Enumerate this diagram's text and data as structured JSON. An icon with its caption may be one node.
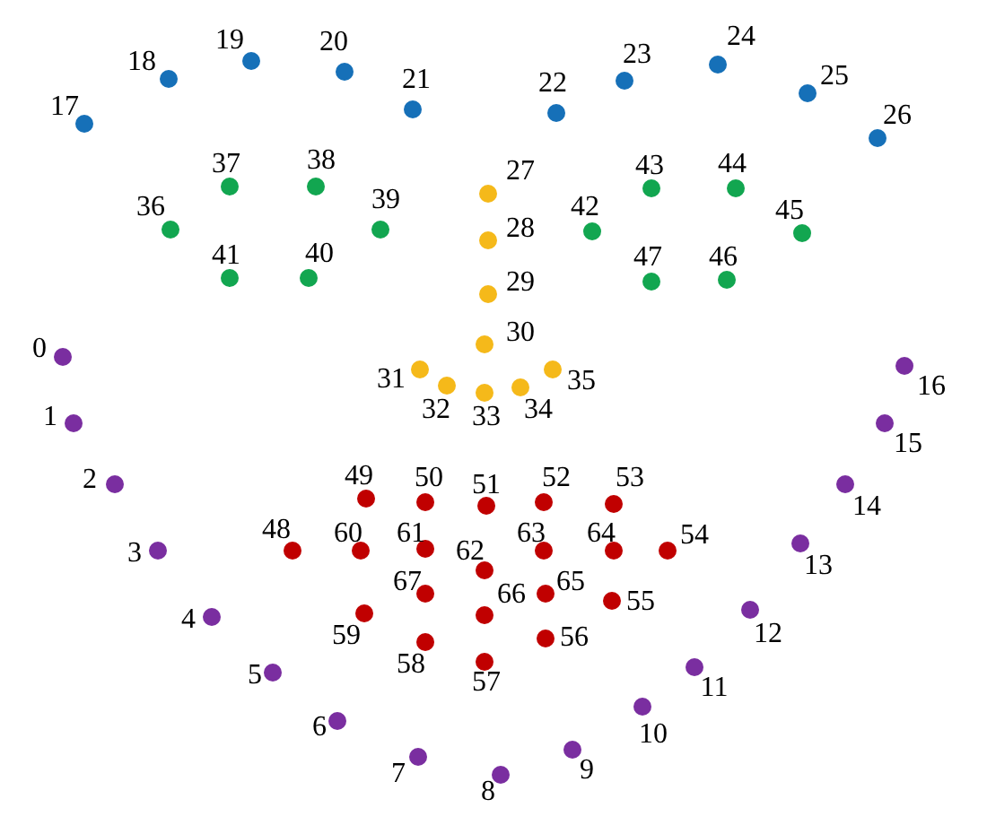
{
  "diagram": {
    "nodes": [
      {
        "text": [],
        "shape": "circle",
        "beside": [
          "0"
        ]
      },
      {
        "text": [],
        "shape": "circle",
        "beside": [
          "1"
        ]
      },
      {
        "text": [],
        "shape": "circle",
        "beside": [
          "2"
        ]
      },
      {
        "text": [],
        "shape": "circle",
        "beside": [
          "3"
        ]
      },
      {
        "text": [],
        "shape": "circle",
        "beside": [
          "4"
        ]
      },
      {
        "text": [],
        "shape": "circle",
        "beside": [
          "5"
        ]
      },
      {
        "text": [],
        "shape": "circle",
        "beside": [
          "6"
        ]
      },
      {
        "text": [],
        "shape": "circle",
        "beside": [
          "7"
        ]
      },
      {
        "text": [],
        "shape": "circle",
        "beside": [
          "8"
        ]
      },
      {
        "text": [],
        "shape": "circle",
        "beside": [
          "9"
        ]
      },
      {
        "text": [],
        "shape": "circle",
        "beside": [
          "10"
        ]
      },
      {
        "text": [],
        "shape": "circle",
        "beside": [
          "11"
        ]
      },
      {
        "text": [],
        "shape": "circle",
        "beside": [
          "12"
        ]
      },
      {
        "text": [],
        "shape": "circle",
        "beside": [
          "13"
        ]
      },
      {
        "text": [],
        "shape": "circle",
        "beside": [
          "14"
        ]
      },
      {
        "text": [],
        "shape": "circle",
        "beside": [
          "15"
        ]
      },
      {
        "text": [],
        "shape": "circle",
        "beside": [
          "16"
        ]
      },
      {
        "text": [],
        "shape": "circle",
        "beside": [
          "17"
        ]
      },
      {
        "text": [],
        "shape": "circle",
        "beside": [
          "18"
        ]
      },
      {
        "text": [],
        "shape": "circle",
        "beside": [
          "19"
        ]
      },
      {
        "text": [],
        "shape": "circle",
        "beside": [
          "20"
        ]
      },
      {
        "text": [],
        "shape": "circle",
        "beside": [
          "21"
        ]
      },
      {
        "text": [],
        "shape": "circle",
        "beside": [
          "22"
        ]
      },
      {
        "text": [],
        "shape": "circle",
        "beside": [
          "23"
        ]
      },
      {
        "text": [],
        "shape": "circle",
        "beside": [
          "24"
        ]
      },
      {
        "text": [],
        "shape": "circle",
        "beside": [
          "25"
        ]
      },
      {
        "text": [],
        "shape": "circle",
        "beside": [
          "26"
        ]
      },
      {
        "text": [],
        "shape": "circle",
        "beside": [
          "27"
        ]
      },
      {
        "text": [],
        "shape": "circle",
        "beside": [
          "28"
        ]
      },
      {
        "text": [],
        "shape": "circle",
        "beside": [
          "29"
        ]
      },
      {
        "text": [],
        "shape": "circle",
        "beside": [
          "30"
        ]
      },
      {
        "text": [],
        "shape": "circle",
        "beside": [
          "31"
        ]
      },
      {
        "text": [],
        "shape": "circle",
        "beside": [
          "32"
        ]
      },
      {
        "text": [],
        "shape": "circle",
        "beside": [
          "33"
        ]
      },
      {
        "text": [],
        "shape": "circle",
        "beside": [
          "34"
        ]
      },
      {
        "text": [],
        "shape": "circle",
        "beside": [
          "35"
        ]
      },
      {
        "text": [],
        "shape": "circle",
        "beside": [
          "36"
        ]
      },
      {
        "text": [],
        "shape": "circle",
        "beside": [
          "37"
        ]
      },
      {
        "text": [],
        "shape": "circle",
        "beside": [
          "38"
        ]
      },
      {
        "text": [],
        "shape": "circle",
        "beside": [
          "39"
        ]
      },
      {
        "text": [],
        "shape": "circle",
        "beside": [
          "40"
        ]
      },
      {
        "text": [],
        "shape": "circle",
        "beside": [
          "41"
        ]
      },
      {
        "text": [],
        "shape": "circle",
        "beside": [
          "42"
        ]
      },
      {
        "text": [],
        "shape": "circle",
        "beside": [
          "43"
        ]
      },
      {
        "text": [],
        "shape": "circle",
        "beside": [
          "44"
        ]
      },
      {
        "text": [],
        "shape": "circle",
        "beside": [
          "45"
        ]
      },
      {
        "text": [],
        "shape": "circle",
        "beside": [
          "46"
        ]
      },
      {
        "text": [],
        "shape": "circle",
        "beside": [
          "47"
        ]
      },
      {
        "text": [],
        "shape": "circle",
        "beside": [
          "48"
        ]
      },
      {
        "text": [],
        "shape": "circle",
        "beside": [
          "49"
        ]
      },
      {
        "text": [],
        "shape": "circle",
        "beside": [
          "50"
        ]
      },
      {
        "text": [],
        "shape": "circle",
        "beside": [
          "51"
        ]
      },
      {
        "text": [],
        "shape": "circle",
        "beside": [
          "52"
        ]
      },
      {
        "text": [],
        "shape": "circle",
        "beside": [
          "53"
        ]
      },
      {
        "text": [],
        "shape": "circle",
        "beside": [
          "54"
        ]
      },
      {
        "text": [],
        "shape": "circle",
        "beside": [
          "55"
        ]
      },
      {
        "text": [],
        "shape": "circle",
        "beside": [
          "56"
        ]
      },
      {
        "text": [],
        "shape": "circle",
        "beside": [
          "57"
        ]
      },
      {
        "text": [],
        "shape": "circle",
        "beside": [
          "58"
        ]
      },
      {
        "text": [],
        "shape": "circle",
        "beside": [
          "59"
        ]
      },
      {
        "text": [],
        "shape": "circle",
        "beside": [
          "60"
        ]
      },
      {
        "text": [],
        "shape": "circle",
        "beside": [
          "61"
        ]
      },
      {
        "text": [],
        "shape": "circle",
        "beside": [
          "62"
        ]
      },
      {
        "text": [],
        "shape": "circle",
        "beside": [
          "63"
        ]
      },
      {
        "text": [],
        "shape": "circle",
        "beside": [
          "64"
        ]
      },
      {
        "text": [],
        "shape": "circle",
        "beside": [
          "65"
        ]
      },
      {
        "text": [],
        "shape": "circle",
        "beside": [
          "66"
        ]
      },
      {
        "text": [],
        "shape": "circle",
        "beside": [
          "67"
        ]
      }
    ]
  }
}
